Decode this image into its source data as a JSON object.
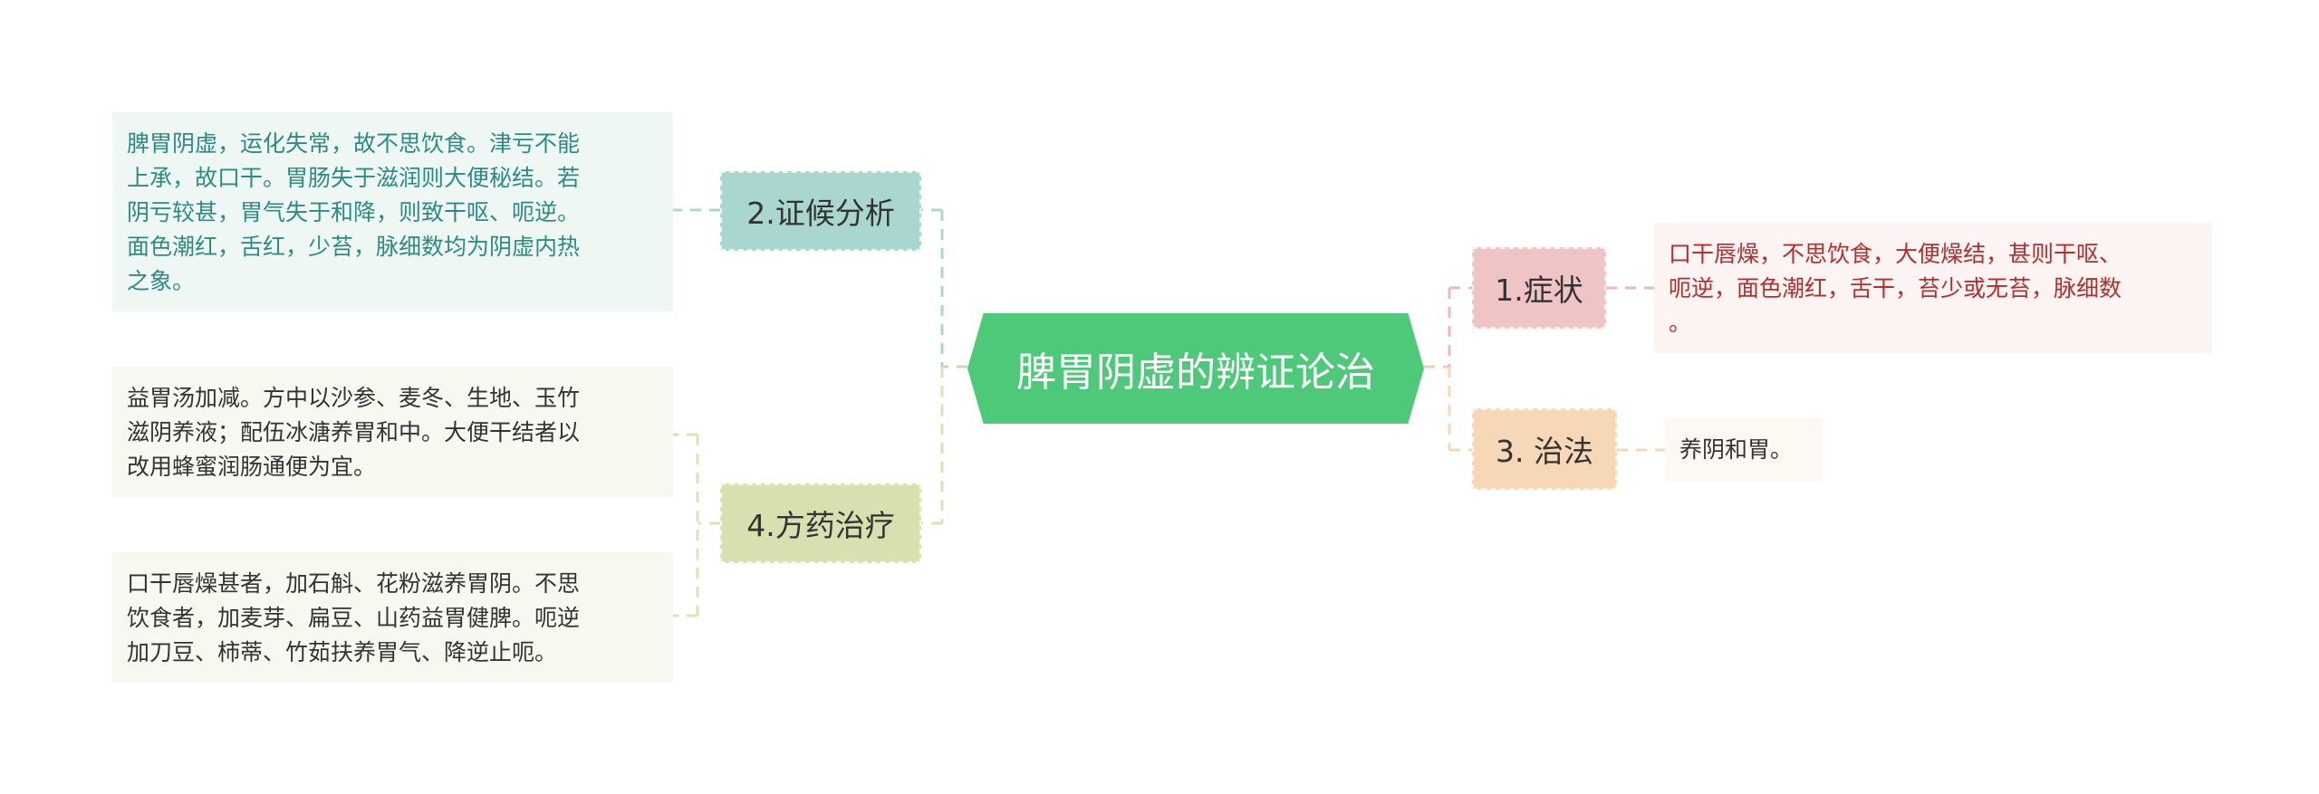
{
  "central_topic": "脾胃阴虚的辨证论治",
  "branches": [
    {
      "id": "b1",
      "label": "1.症状",
      "leaves": [
        "口干唇燥，不思饮食，大便燥结，甚则干呕、\n呃逆，面色潮红，舌干，苔少或无苔，脉细数\n。"
      ]
    },
    {
      "id": "b2",
      "label": "2.证候分析",
      "leaves": [
        "脾胃阴虚，运化失常，故不思饮食。津亏不能\n上承，故口干。胃肠失于滋润则大便秘结。若\n阴亏较甚，胃气失于和降，则致干呕、呃逆。\n面色潮红，舌红，少苔，脉细数均为阴虚内热\n之象。"
      ]
    },
    {
      "id": "b3",
      "label": "3. 治法",
      "leaves": [
        "养阴和胃。"
      ]
    },
    {
      "id": "b4",
      "label": "4.方药治疗",
      "leaves": [
        "益胃汤加减。方中以沙参、麦冬、生地、玉竹\n滋阴养液；配伍冰溏养胃和中。大便干结者以\n改用蜂蜜润肠通便为宜。",
        "口干唇燥甚者，加石斛、花粉滋养胃阴。不思\n饮食者，加麦芽、扁豆、山药益胃健脾。呃逆\n加刀豆、柿蒂、竹茹扶养胃气、降逆止呃。"
      ]
    }
  ],
  "colors": {
    "central_fill": "#4ec97a",
    "b1_fill": "#efc4c4",
    "b1_leaf_fill": "#fcf3f3",
    "b1_leaf_text": "#b0302e",
    "b1_line": "#f0b8b8",
    "b2_fill": "#a9d7cf",
    "b2_leaf_fill": "#eff7f5",
    "b2_leaf_text": "#2c8c80",
    "b2_line": "#a9d7cf",
    "b3_fill": "#f6d7b6",
    "b3_leaf_fill": "#fdf8f2",
    "b3_leaf_text": "#333333",
    "b3_line": "#f6d7b6",
    "b4_fill": "#d9dfae",
    "b4_leaf_fill": "#f7f8ef",
    "b4_leaf_text": "#333333",
    "b4_line": "#dde3b4"
  }
}
